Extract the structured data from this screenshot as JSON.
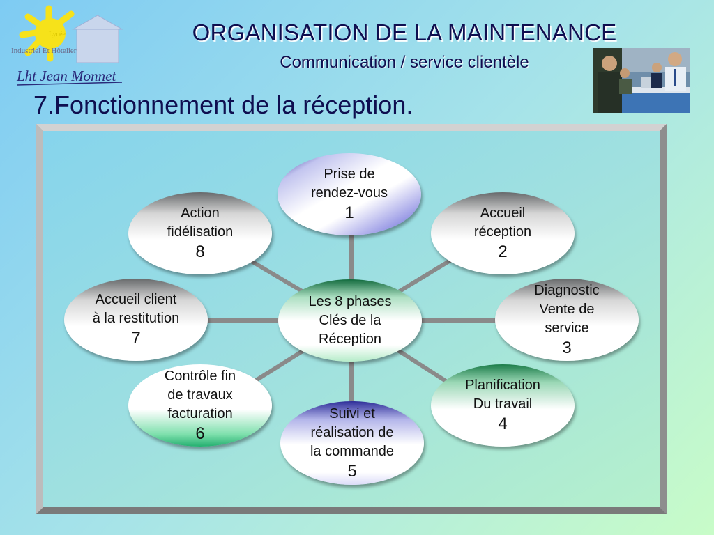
{
  "header": {
    "title": "ORGANISATION DE LA MAINTENANCE",
    "subtitle": "Communication / service clientèle",
    "section_heading": "7.Fonctionnement de la réception."
  },
  "logo": {
    "line1": "Lycée",
    "line2": "Industriel Et Hôtelier",
    "signature": "Lht Jean Monnet"
  },
  "diagram": {
    "center": {
      "lines": [
        "Les 8 phases",
        "Clés de la",
        "Réception"
      ]
    },
    "phases": [
      {
        "lines": [
          "Prise de",
          "rendez-vous"
        ],
        "number": "1"
      },
      {
        "lines": [
          "Accueil",
          "réception"
        ],
        "number": "2"
      },
      {
        "lines": [
          "Diagnostic",
          "Vente de",
          "service"
        ],
        "number": "3"
      },
      {
        "lines": [
          "Planification",
          "Du travail"
        ],
        "number": "4"
      },
      {
        "lines": [
          "Suivi et",
          "réalisation de",
          "la commande"
        ],
        "number": "5"
      },
      {
        "lines": [
          "Contrôle fin",
          "de travaux",
          "facturation"
        ],
        "number": "6"
      },
      {
        "lines": [
          "Accueil client",
          "à la restitution"
        ],
        "number": "7"
      },
      {
        "lines": [
          "Action",
          "fidélisation"
        ],
        "number": "8"
      }
    ]
  },
  "colors": {
    "title_text": "#0f0f50",
    "connector": "#888888",
    "frame_outer": "#a0a0a0"
  }
}
